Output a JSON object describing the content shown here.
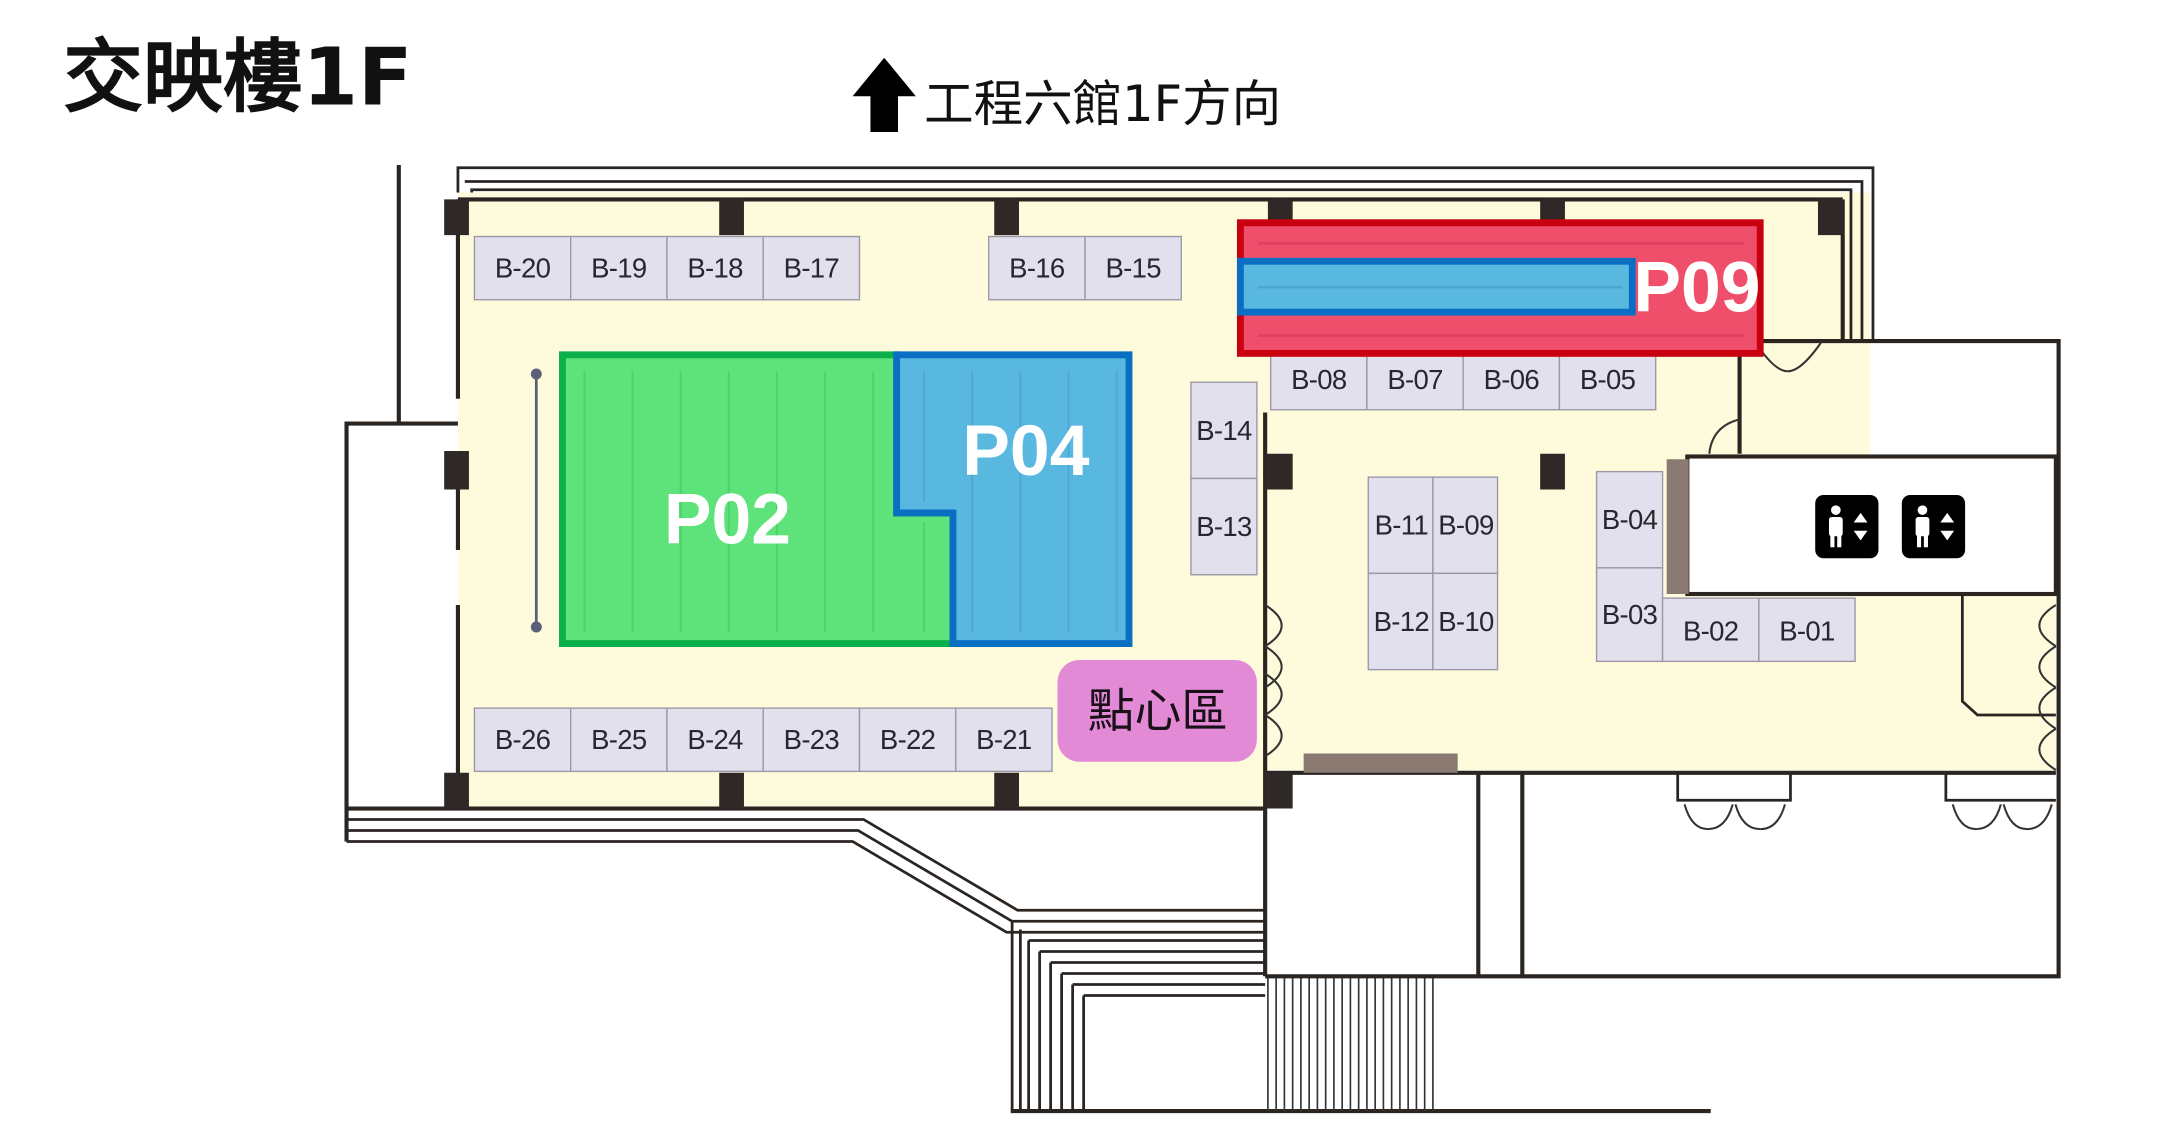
{
  "header": {
    "title": "交映樓1F",
    "direction_label": "工程六館1F方向",
    "direction_icon": "arrow-up-icon"
  },
  "zones": [
    {
      "id": "P02",
      "label": "P02",
      "color": "#5ee27a",
      "border": "#0bb04a"
    },
    {
      "id": "P04",
      "label": "P04",
      "color": "#59b8e0",
      "border": "#0a6fc2"
    },
    {
      "id": "P09",
      "label": "P09",
      "color": "#f04f6c",
      "border": "#c8000f",
      "inner_color": "#59b8e0",
      "inner_border": "#0a6fc2"
    }
  ],
  "snack_area": {
    "label": "點心區",
    "color": "#e28ad6"
  },
  "booths": {
    "top_left": [
      "B-20",
      "B-19",
      "B-18",
      "B-17"
    ],
    "top_middle": [
      "B-16",
      "B-15"
    ],
    "top_right": [
      "B-08",
      "B-07",
      "B-06",
      "B-05"
    ],
    "middle_column": [
      "B-14",
      "B-13"
    ],
    "center_block": [
      "B-11",
      "B-09",
      "B-12",
      "B-10"
    ],
    "right_column": [
      "B-04",
      "B-03"
    ],
    "right_row": [
      "B-02",
      "B-01"
    ],
    "bottom_row": [
      "B-26",
      "B-25",
      "B-24",
      "B-23",
      "B-22",
      "B-21"
    ]
  },
  "facilities": {
    "elevator_icons": [
      "elevator-icon",
      "elevator-icon"
    ]
  }
}
